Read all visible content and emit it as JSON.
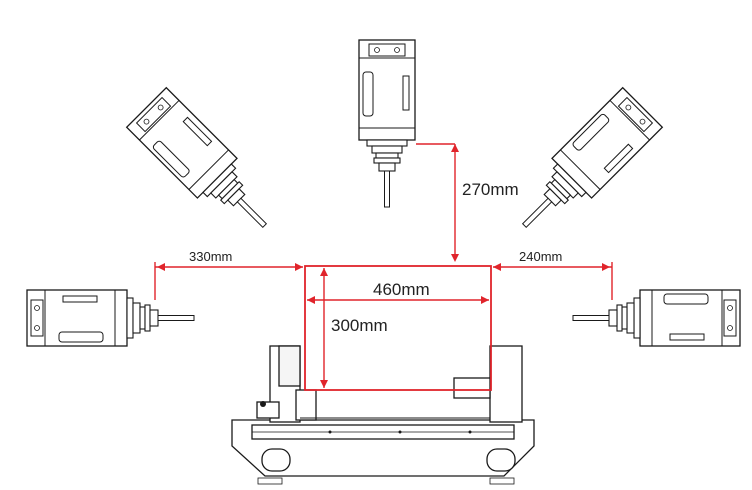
{
  "dimensions": {
    "top_clearance": "270mm",
    "left_reach": "330mm",
    "right_reach": "240mm",
    "work_width": "460mm",
    "work_height": "300mm"
  },
  "colors": {
    "dimension_line": "#e0242b",
    "machine_stroke": "#1a1a1a"
  }
}
